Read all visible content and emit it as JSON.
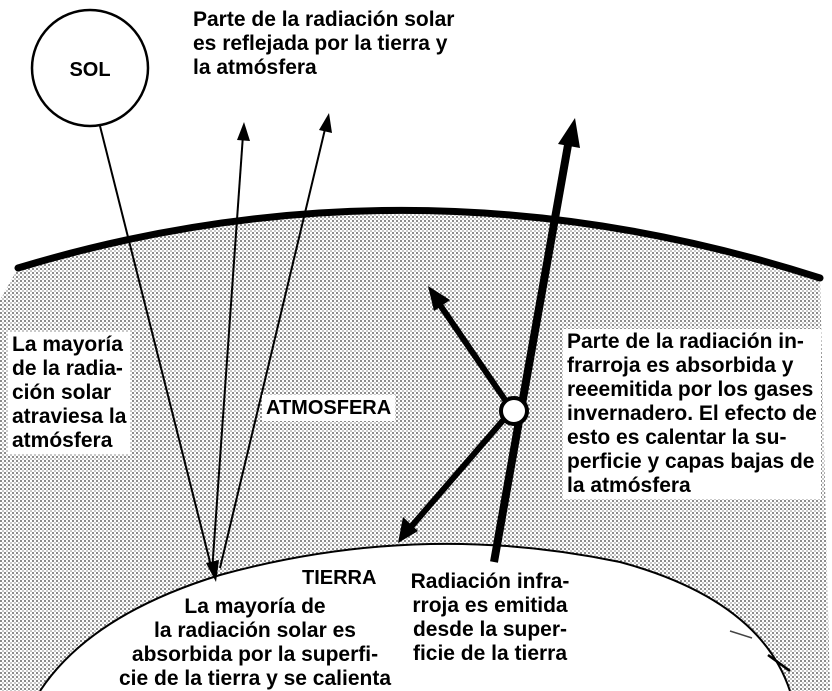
{
  "sun": {
    "label": "SOL"
  },
  "labels": {
    "reflected": [
      "Parte de la radiación solar",
      "es reflejada por la tierra y",
      "la atmósfera"
    ],
    "transmitted": [
      "La mayoría",
      "de la radia-",
      "ción solar",
      "atraviesa la",
      "atmósfera"
    ],
    "atmosphere": "ATMOSFERA",
    "greenhouse": [
      "Parte de la radiación in-",
      "frarroja es absorbida y",
      "reeemitida por los gases",
      "invernadero. El efecto de",
      "esto es calentar la su-",
      "perficie y capas bajas de",
      "la atmósfera"
    ],
    "earth": "TIERRA",
    "absorbed": [
      "La mayoría de",
      "la radiación solar es",
      "absorbida por la superfi-",
      "cie de la tierra y se calienta"
    ],
    "infrared": [
      "Radiación infra-",
      "rroja es emitida",
      "desde la super-",
      "ficie de la tierra"
    ]
  }
}
